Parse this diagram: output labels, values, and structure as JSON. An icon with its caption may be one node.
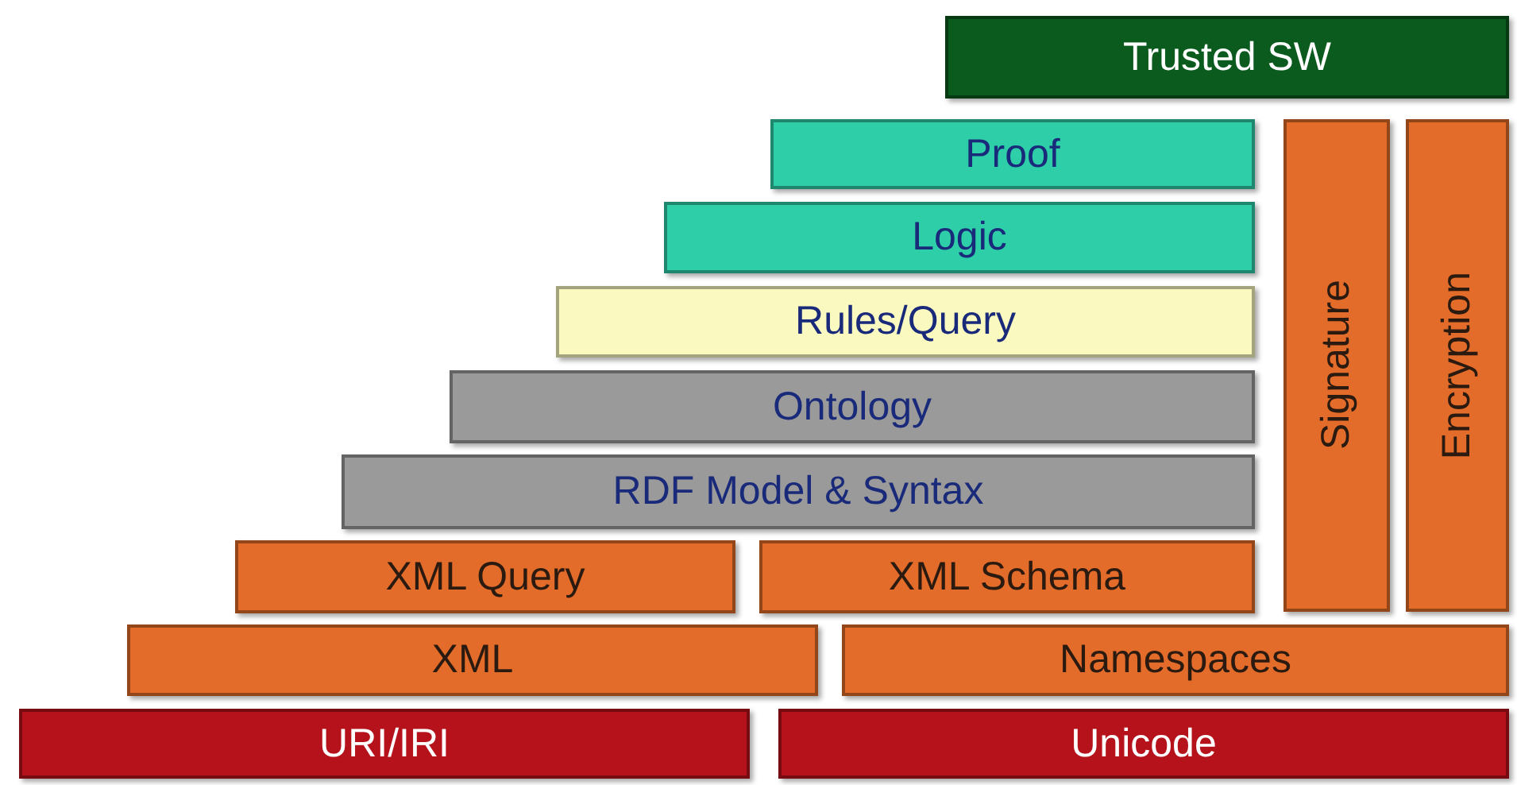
{
  "diagram": {
    "nodes": [
      {
        "text": [
          "Trusted SW"
        ]
      },
      {
        "text": [
          "Proof"
        ]
      },
      {
        "text": [
          "Signature"
        ]
      },
      {
        "text": [
          "Encryption"
        ]
      },
      {
        "text": [
          "Logic"
        ]
      },
      {
        "text": [
          "Rules/Query"
        ]
      },
      {
        "text": [
          "Ontology"
        ]
      },
      {
        "text": [
          "RDF Model & Syntax"
        ]
      },
      {
        "text": [
          "XML Query"
        ]
      },
      {
        "text": [
          "XML Schema"
        ]
      },
      {
        "text": [
          "XML"
        ]
      },
      {
        "text": [
          "Namespaces"
        ]
      },
      {
        "text": [
          "URI/IRI"
        ]
      },
      {
        "text": [
          "Unicode"
        ]
      }
    ],
    "edges": []
  }
}
